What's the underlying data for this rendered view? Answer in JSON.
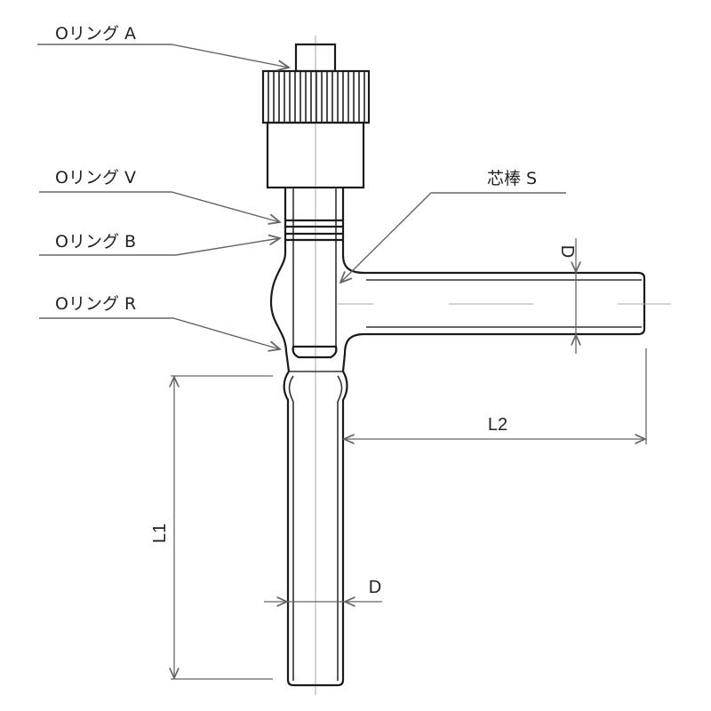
{
  "diagram": {
    "type": "technical-drawing",
    "subject": "glass stopcock valve with side arm",
    "labels": [
      {
        "id": "oring_a",
        "text": "Oリング A"
      },
      {
        "id": "oring_v",
        "text": "Oリング V"
      },
      {
        "id": "oring_b",
        "text": "Oリング B"
      },
      {
        "id": "oring_r",
        "text": "Oリング R"
      },
      {
        "id": "core_s",
        "text": "芯棒 S"
      }
    ],
    "dimensions": {
      "d_side": "D",
      "d_bottom": "D",
      "l1": "L1",
      "l2": "L2"
    },
    "colors": {
      "line": "#1a1a1a",
      "leader": "#666666",
      "centerline": "#aaaaaa",
      "background": "#ffffff"
    }
  }
}
